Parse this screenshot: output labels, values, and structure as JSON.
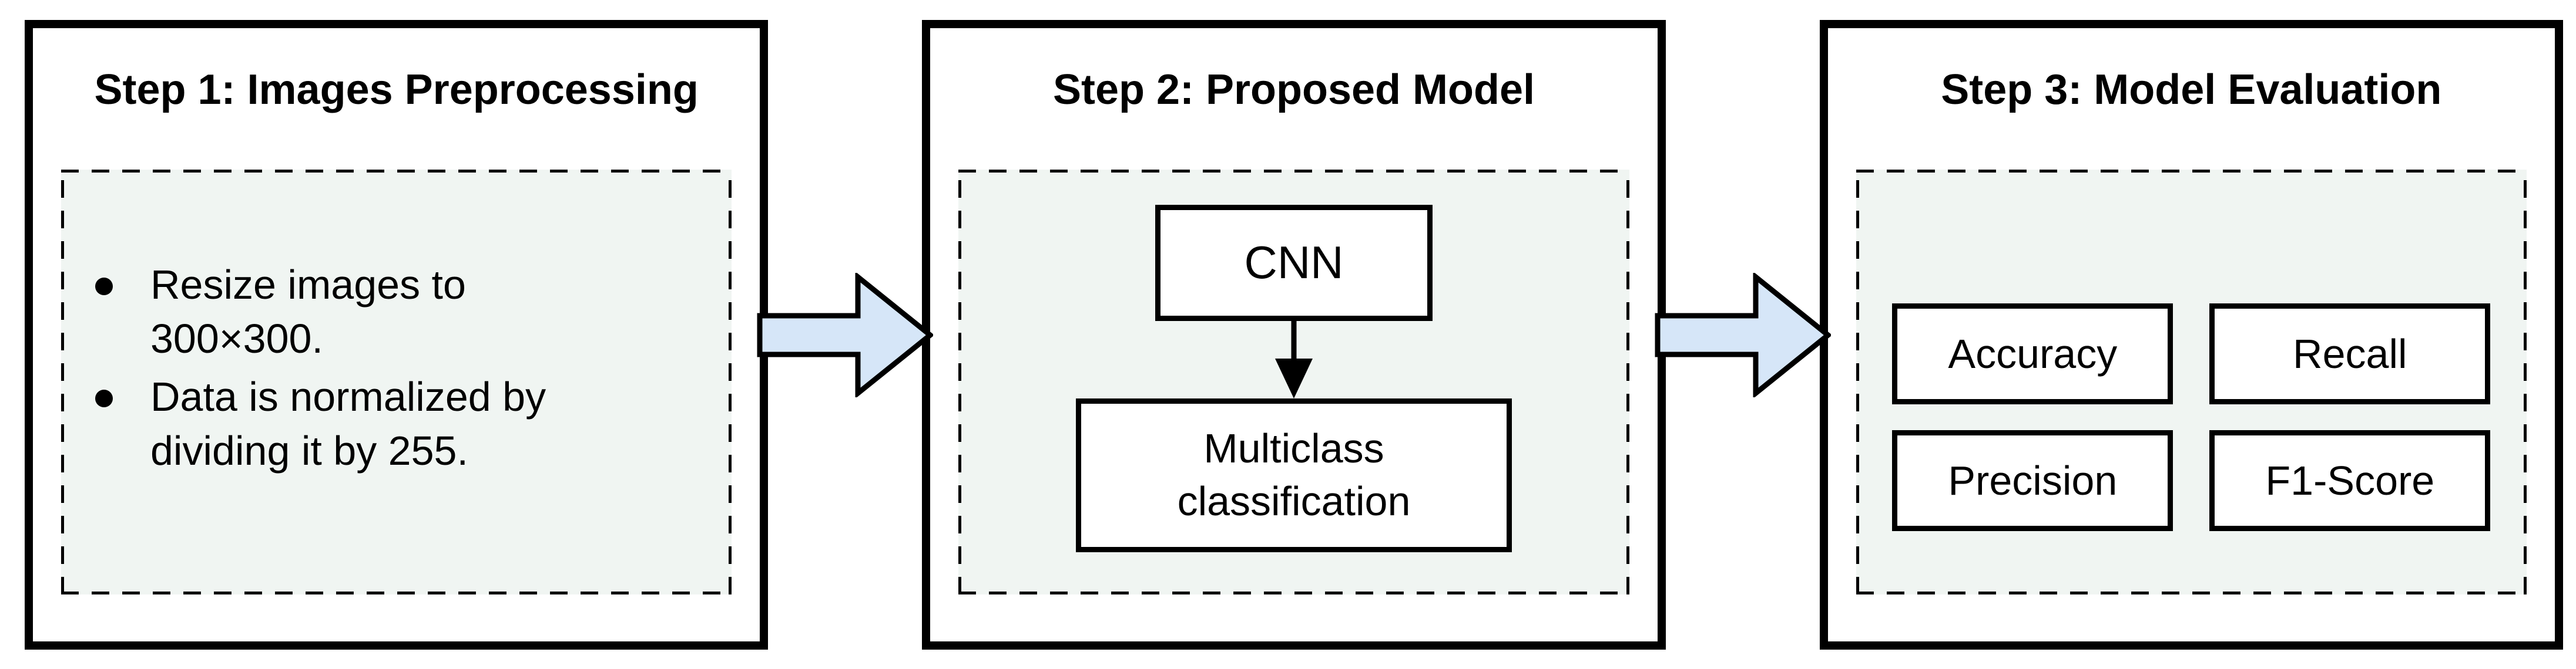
{
  "figure": {
    "panels": [
      {
        "title": "Step 1: Images Preprocessing",
        "bullets": [
          "Resize images to 300×300.",
          "Data is normalized by dividing it by 255."
        ]
      },
      {
        "title": "Step 2: Proposed Model",
        "nodes": [
          "CNN",
          "Multiclass classification"
        ]
      },
      {
        "title": "Step 3: Model Evaluation",
        "metrics": [
          "Accuracy",
          "Recall",
          "Precision",
          "F1-Score"
        ]
      }
    ],
    "colors": {
      "line_color": "#000000",
      "panel_bg": "#ffffff",
      "dashed_bg": "#f0f5f2",
      "arrow_fill": "#d6e6f8"
    }
  }
}
